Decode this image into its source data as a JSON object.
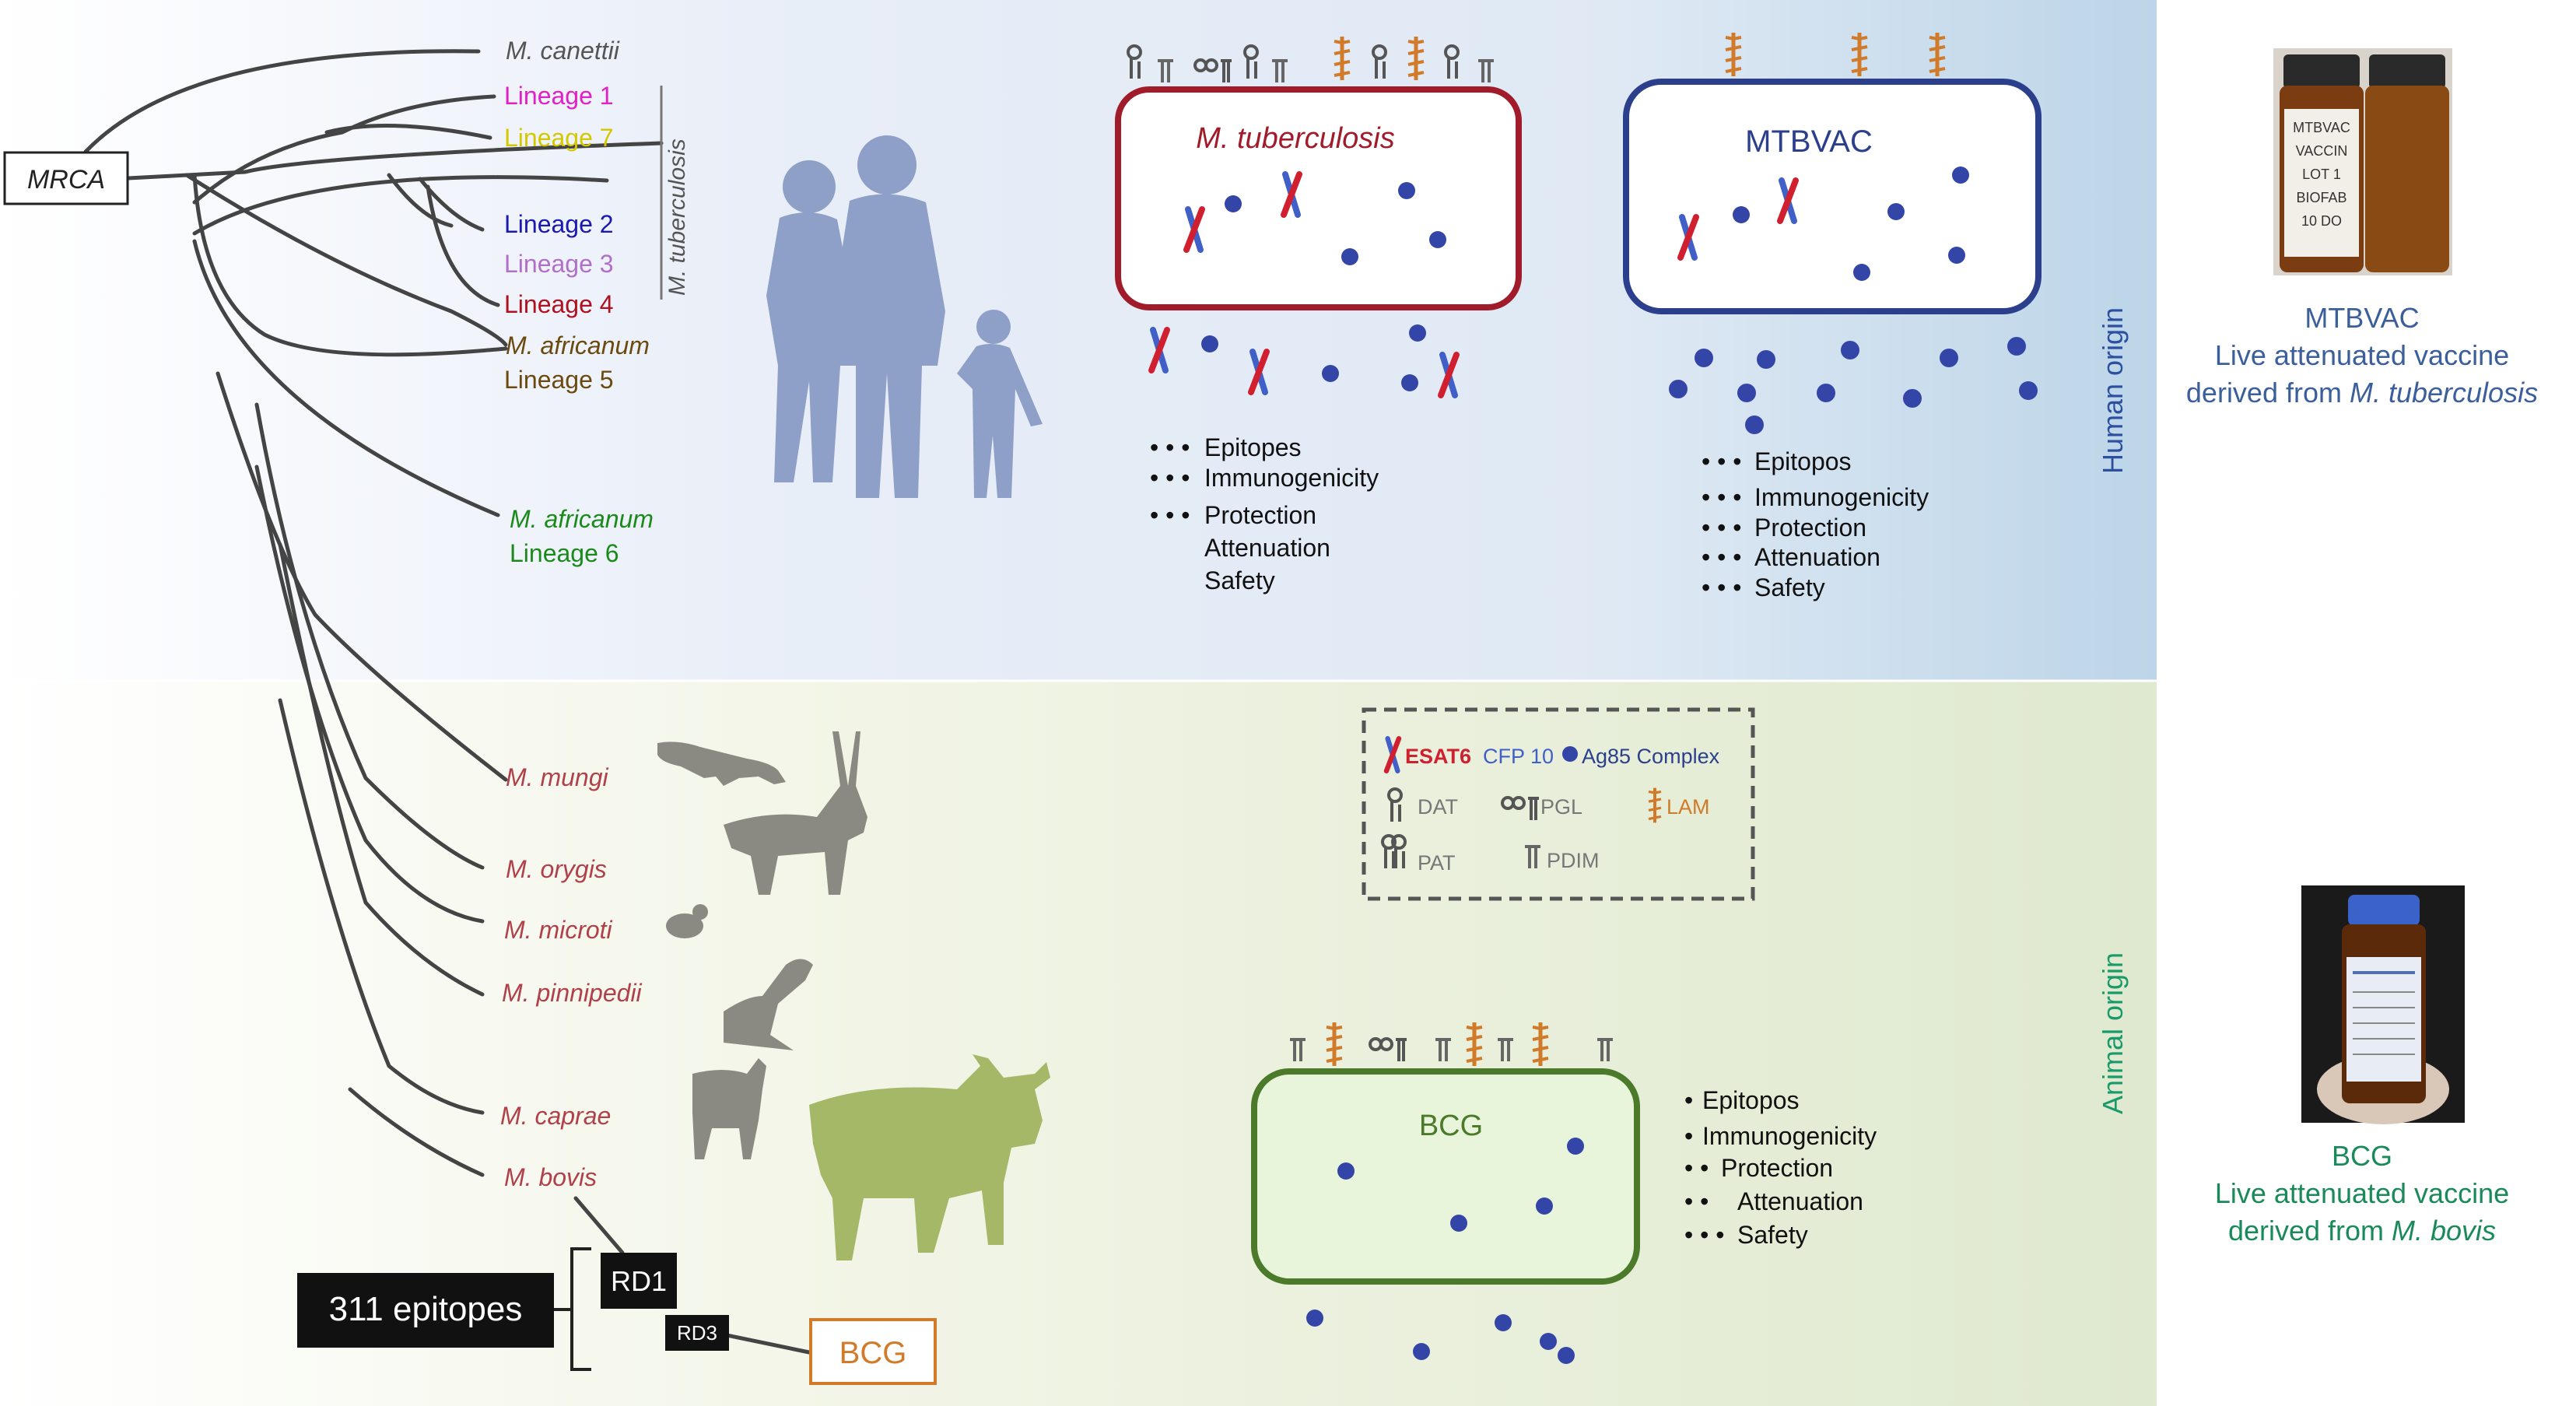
{
  "tree": {
    "root": "MRCA",
    "taxa": {
      "canettii": "M. canettii",
      "l1": "Lineage 1",
      "l7": "Lineage 7",
      "l2": "Lineage 2",
      "l3": "Lineage 3",
      "l4": "Lineage 4",
      "afr5_species": "M. africanum",
      "afr5_lineage": "Lineage 5",
      "afr6_species": "M. africanum",
      "afr6_lineage": "Lineage 6",
      "mungi": "M. mungi",
      "orygis": "M. orygis",
      "microti": "M. microti",
      "pinnipedii": "M. pinnipedii",
      "caprae": "M. caprae",
      "bovis": "M. bovis"
    },
    "group_label": "M. tuberculosis",
    "rd1": "RD1",
    "rd3": "RD3",
    "bcg_box": "BCG",
    "epitopes": "311 epitopes"
  },
  "colors": {
    "l1": "#e020c8",
    "l7": "#d4c800",
    "l2": "#1a1ab0",
    "l3": "#b070c8",
    "l4": "#b01020",
    "africanum5": "#6b4a10",
    "africanum6": "#1a8a1a",
    "animal": "#b0404a",
    "mtb": "#a01c2a",
    "mtbvac": "#2c3f8c",
    "bcg": "#4a7a2a",
    "lam": "#d07a2a",
    "ag85": "#3445a8",
    "esat_red": "#d02030",
    "cfp_blue": "#4060c8"
  },
  "human_panel": {
    "mtb_cell_label": "M. tuberculosis",
    "mtb_props": [
      {
        "dots": "• • •",
        "text": "Epitopes"
      },
      {
        "dots": "• • •",
        "text": "Immunogenicity"
      },
      {
        "dots": "• • •",
        "text": "Protection"
      },
      {
        "dots": "",
        "text": "Attenuation"
      },
      {
        "dots": "",
        "text": "Safety"
      }
    ],
    "mtbvac_cell_label": "MTBVAC",
    "mtbvac_props": [
      {
        "dots": "• • •",
        "text": "Epitopos"
      },
      {
        "dots": "• • •",
        "text": "Immunogenicity"
      },
      {
        "dots": "• • •",
        "text": "Protection"
      },
      {
        "dots": "• • •",
        "text": "Attenuation"
      },
      {
        "dots": "• • •",
        "text": "Safety"
      }
    ],
    "side_label": "Human origin"
  },
  "animal_panel": {
    "bcg_cell_label": "BCG",
    "bcg_props": [
      {
        "dots": "•",
        "text": "Epitopos"
      },
      {
        "dots": "•",
        "text": "Immunogenicity"
      },
      {
        "dots": "• •",
        "text": "Protection"
      },
      {
        "dots": "• •",
        "text": "Attenuation"
      },
      {
        "dots": "• • •",
        "text": "Safety"
      }
    ],
    "side_label": "Animal origin"
  },
  "legend": {
    "esat6": "ESAT6",
    "cfp10": "CFP 10",
    "ag85": "Ag85 Complex",
    "dat": "DAT",
    "pgl": "PGL",
    "lam": "LAM",
    "pat": "PAT",
    "pdim": "PDIM"
  },
  "vaccines": {
    "mtbvac": {
      "line1": "MTBVAC",
      "line2": "Live attenuated vaccine",
      "line3_prefix": "derived from ",
      "line3_species": "M. tuberculosis",
      "vial_text": [
        "MTBVAC",
        "VACCIN",
        "LOT 1",
        "BIOFAB",
        "10 DO"
      ]
    },
    "bcg": {
      "line1": "BCG",
      "line2": "Live attenuated vaccine",
      "line3_prefix": "derived from ",
      "line3_species": "M. bovis"
    }
  }
}
